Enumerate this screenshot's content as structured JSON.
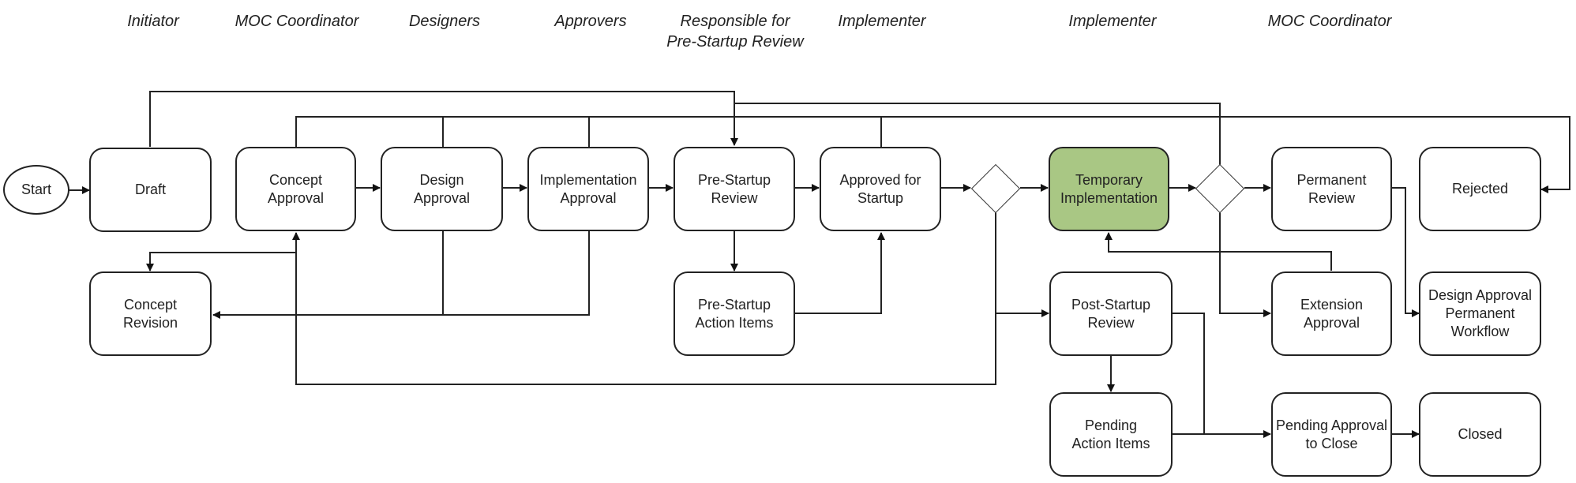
{
  "roles": [
    {
      "key": "initiator",
      "label": "Initiator"
    },
    {
      "key": "moc1",
      "label": "MOC Coordinator"
    },
    {
      "key": "designers",
      "label": "Designers"
    },
    {
      "key": "approvers",
      "label": "Approvers"
    },
    {
      "key": "psr",
      "label": "Responsible for\nPre-Startup Review"
    },
    {
      "key": "impl1",
      "label": "Implementer"
    },
    {
      "key": "impl2",
      "label": "Implementer"
    },
    {
      "key": "moc2",
      "label": "MOC Coordinator"
    }
  ],
  "nodes": {
    "start": "Start",
    "draft": "Draft",
    "concept_approval": "Concept\nApproval",
    "design_approval": "Design\nApproval",
    "implementation_approval": "Implementation\nApproval",
    "prestartup_review": "Pre-Startup\nReview",
    "approved_for_startup": "Approved for\nStartup",
    "temporary_implementation": "Temporary\nImplementation",
    "permanent_review": "Permanent\nReview",
    "rejected": "Rejected",
    "concept_revision": "Concept\nRevision",
    "prestartup_action_items": "Pre-Startup\nAction Items",
    "poststartup_review": "Post-Startup\nReview",
    "extension_approval": "Extension\nApproval",
    "design_approval_permanent_workflow": "Design Approval\nPermanent\nWorkflow",
    "pending_action_items": "Pending\nAction Items",
    "pending_approval_to_close": "Pending Approval\nto Close",
    "closed": "Closed"
  },
  "colors": {
    "active_state": "#a9c784",
    "line": "#222222"
  }
}
